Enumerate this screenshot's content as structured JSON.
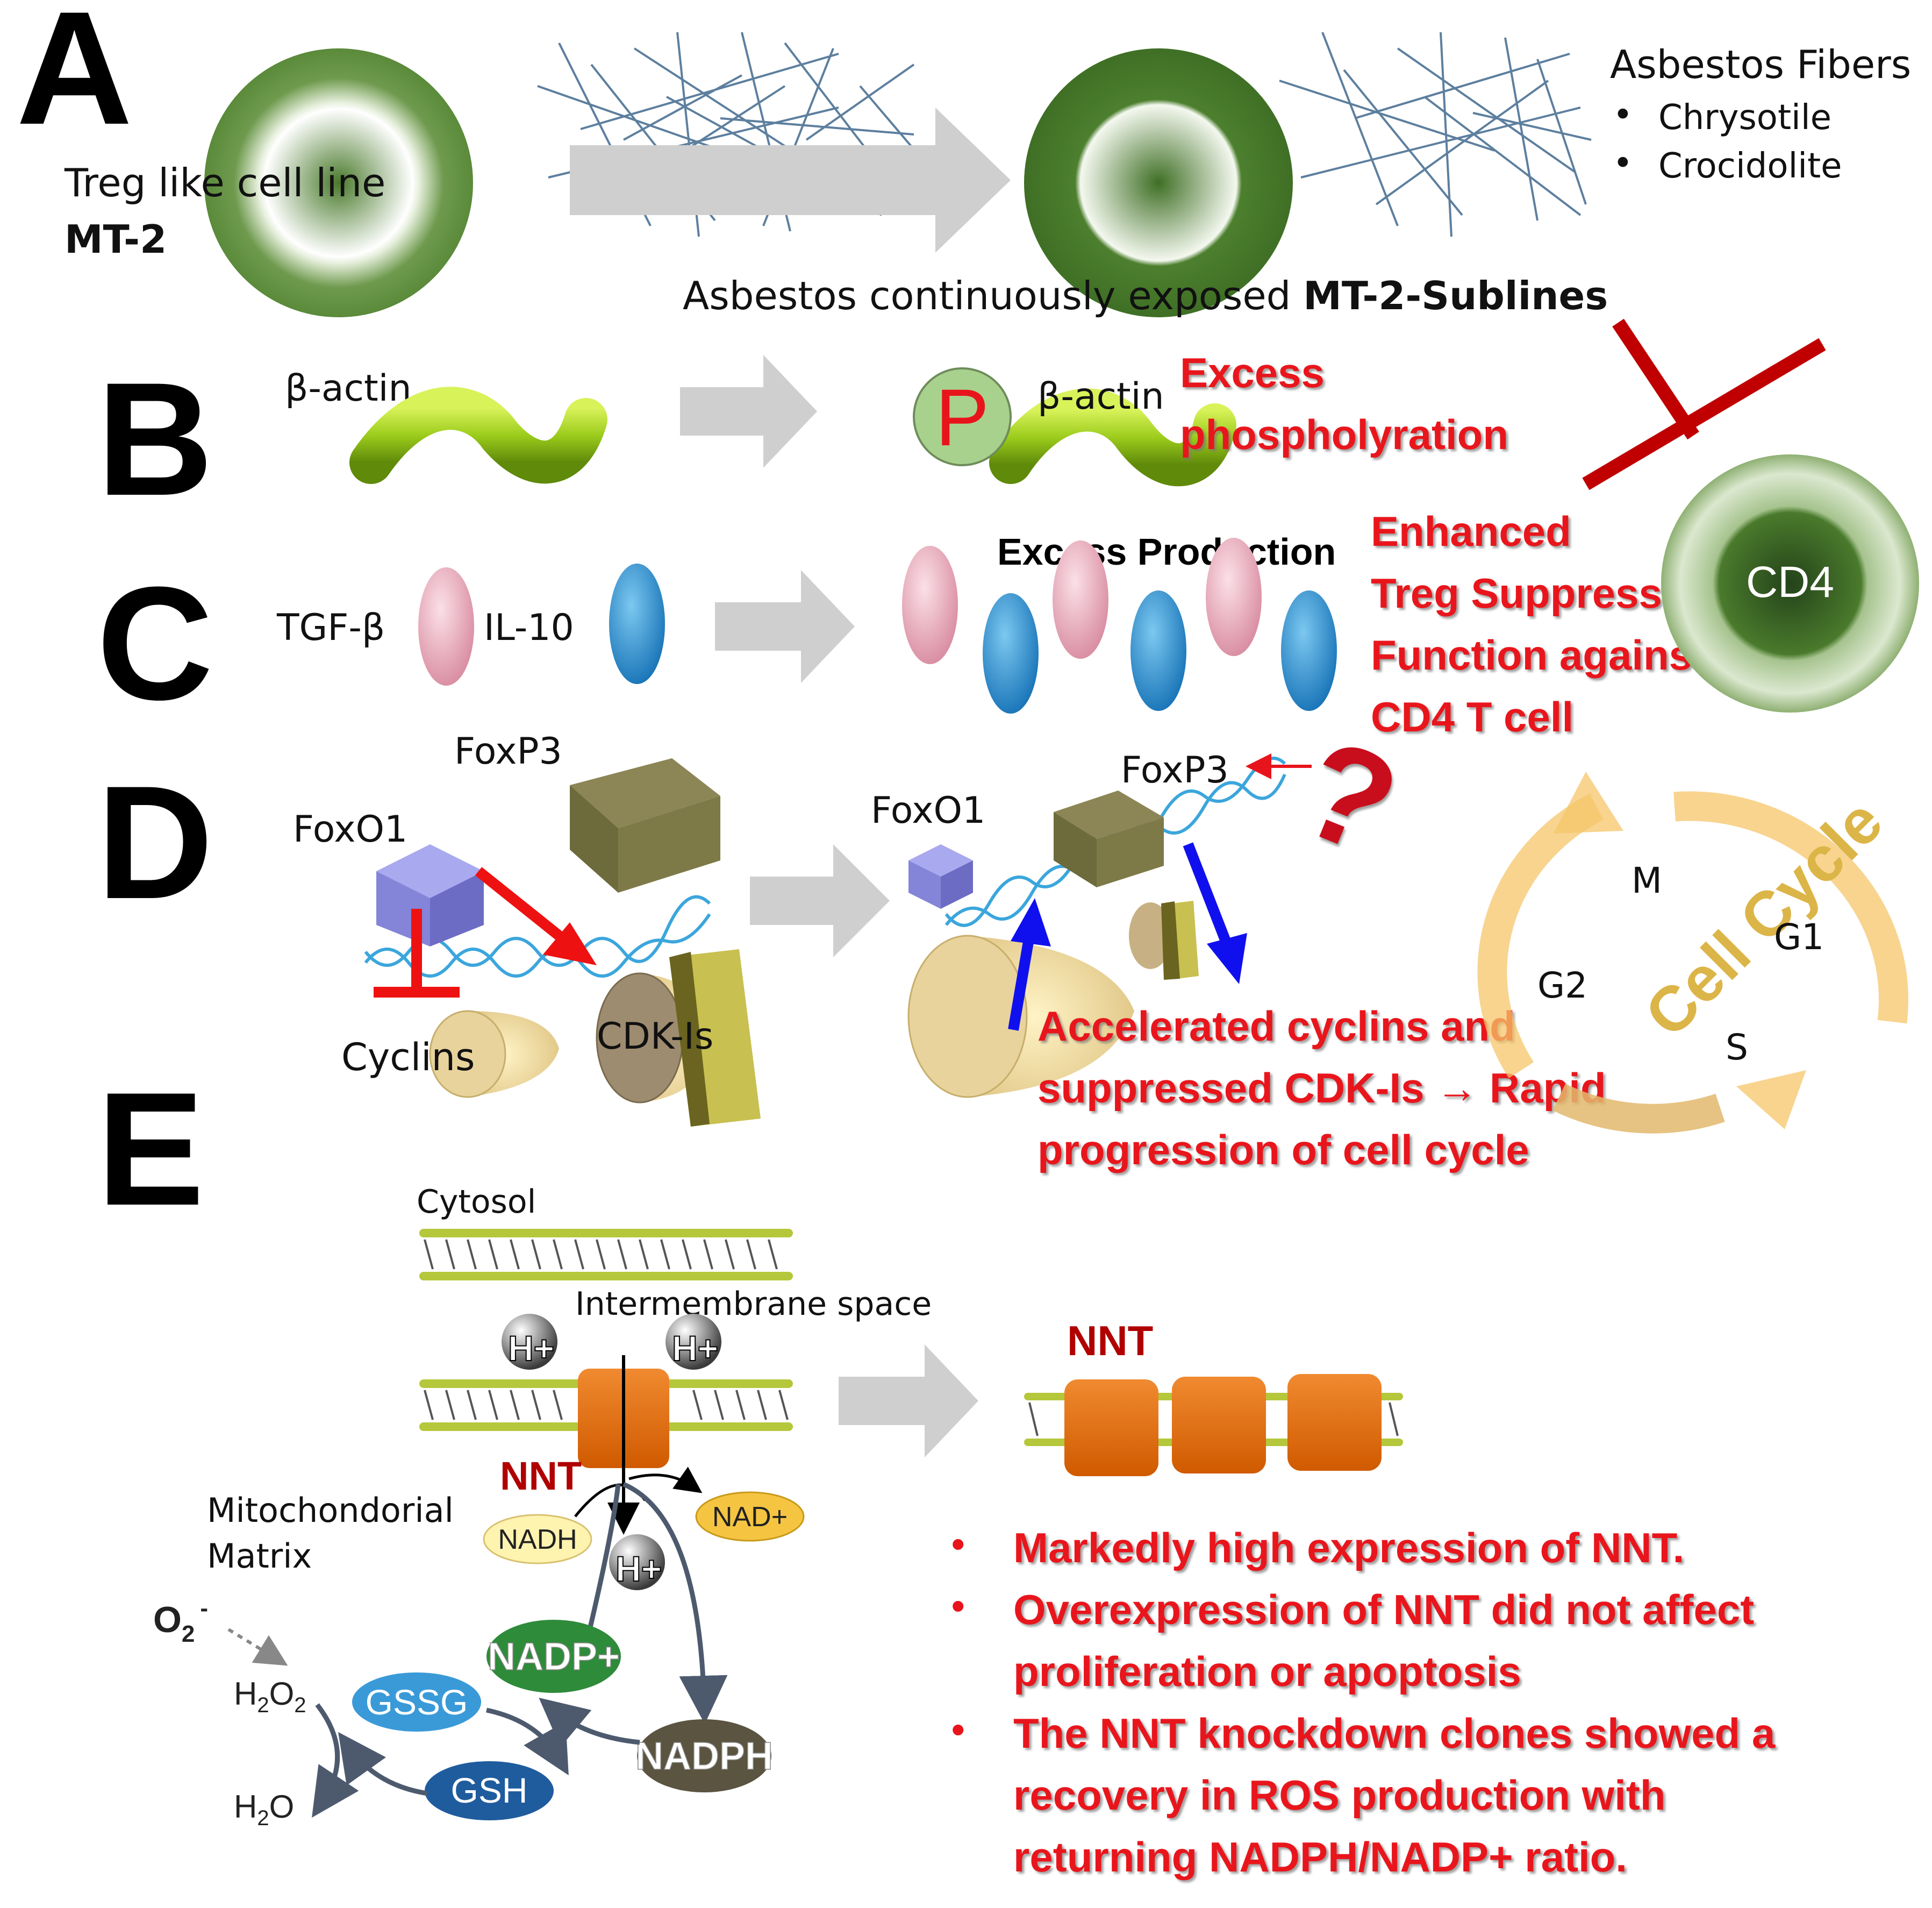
{
  "panels": {
    "A": {
      "letter": "A",
      "cell_line_label": "Treg like cell line",
      "cell_line_name": "MT-2",
      "fibers_title": "Asbestos Fibers",
      "fiber_types": [
        "Chrysotile",
        "Crocidolite"
      ],
      "sublines_caption_prefix": "Asbestos continuously exposed ",
      "sublines_caption_bold": "MT-2-Sublines"
    },
    "B": {
      "letter": "B",
      "actin_label_left": "β-actin",
      "actin_label_right": "β-actin",
      "phospho_marker": "P",
      "result_line1": "Excess",
      "result_line2": "phospholyration"
    },
    "C": {
      "letter": "C",
      "tgf_label": "TGF-β",
      "il10_label": "IL-10",
      "excess_label": "Excess Production",
      "treg_lines": [
        "Enhanced",
        "Treg Suppressive",
        "Function against",
        "CD4 T cell"
      ],
      "cd4_label": "CD4"
    },
    "D": {
      "letter": "D",
      "foxp3_left": "FoxP3",
      "foxo1_left": "FoxO1",
      "cyclins_label": "Cyclins",
      "cdkis_label": "CDK-Is",
      "foxo1_right": "FoxO1",
      "foxp3_right": "FoxP3",
      "question_mark": "?",
      "result_lines": [
        "Accelerated cyclins and",
        "suppressed CDK-Is → Rapid",
        "progression of cell cycle"
      ],
      "cycle_title": "Cell Cycle",
      "phases": {
        "m": "M",
        "g1": "G1",
        "s": "S",
        "g2": "G2"
      }
    },
    "E": {
      "letter": "E",
      "cytosol": "Cytosol",
      "intermembrane": "Intermembrane space",
      "proton": "H+",
      "nnt_left": "NNT",
      "matrix_line1": "Mitochondorial",
      "matrix_line2": "Matrix",
      "nadh": "NADH",
      "nad_plus": "NAD+",
      "nadp_plus": "NADP+",
      "nadph": "NADPH",
      "gssg": "GSSG",
      "gsh": "GSH",
      "o2": "O",
      "o2_sub": "2",
      "o2_sup": "-",
      "h2o2_h": "H",
      "h2o2_sub1": "2",
      "h2o2_o": "O",
      "h2o2_sub2": "2",
      "h2o_h": "H",
      "h2o_sub": "2",
      "h2o_o": "O",
      "nnt_right": "NNT",
      "findings": [
        "Markedly high expression of NNT.",
        "Overexpression of NNT did not affect",
        "proliferation or apoptosis",
        "The NNT knockdown clones showed a",
        "recovery in ROS production with",
        "returning NADPH/NADP+ ratio."
      ],
      "bullet": "•"
    }
  },
  "colors": {
    "result_red": "#e8141c",
    "inhibit_red": "#c00000",
    "arrow_gray": "#cfcfcf",
    "cell_green": "#4a7a2c",
    "actin_green": "#9ccc1c",
    "tgf_pink": "#e5a3b4",
    "il10_blue": "#2e9bd6",
    "nnt_orange": "#e46c0a",
    "blue_arrow": "#1010ee"
  }
}
